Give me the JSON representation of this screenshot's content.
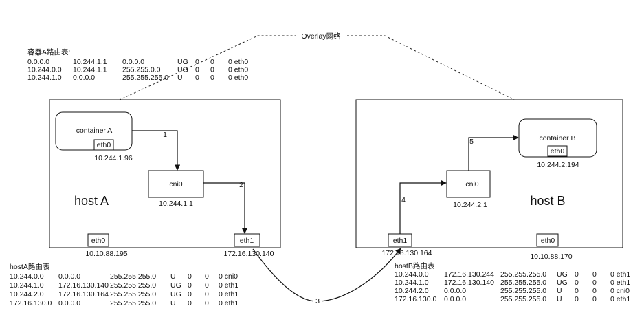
{
  "overlay_label": "Overlay网络",
  "containerA_table": {
    "title": "容器A路由表:",
    "rows": [
      [
        "0.0.0.0",
        "10.244.1.1",
        "0.0.0.0",
        "UG",
        "0",
        "0",
        "0 eth0"
      ],
      [
        "10.244.0.0",
        "10.244.1.1",
        "255.255.0.0",
        "UG",
        "0",
        "0",
        "0 eth0"
      ],
      [
        "10.244.1.0",
        "0.0.0.0",
        "255.255.255.0",
        "U",
        "0",
        "0",
        "0 eth0"
      ]
    ]
  },
  "hostA": {
    "label": "host A",
    "container": {
      "label": "container A",
      "iface": "eth0",
      "ip": "10.244.1.96"
    },
    "cni": {
      "label": "cni0",
      "ip": "10.244.1.1"
    },
    "eth0": {
      "label": "eth0",
      "ip": "10.10.88.195"
    },
    "eth1": {
      "label": "eth1",
      "ip": "172.16.130.140"
    },
    "table": {
      "title": "hostA路由表",
      "rows": [
        [
          "10.244.0.0",
          "0.0.0.0",
          "255.255.255.0",
          "U",
          "0",
          "0",
          "0 cni0"
        ],
        [
          "10.244.1.0",
          "172.16.130.140",
          "255.255.255.0",
          "UG",
          "0",
          "0",
          "0 eth1"
        ],
        [
          "10.244.2.0",
          "172.16.130.164",
          "255.255.255.0",
          "UG",
          "0",
          "0",
          "0 eth1"
        ],
        [
          "172.16.130.0",
          "0.0.0.0",
          "255.255.255.0",
          "U",
          "0",
          "0",
          "0 eth1"
        ]
      ]
    }
  },
  "hostB": {
    "label": "host B",
    "container": {
      "label": "container B",
      "iface": "eth0",
      "ip": "10.244.2.194"
    },
    "cni": {
      "label": "cni0",
      "ip": "10.244.2.1"
    },
    "eth0": {
      "label": "eth0",
      "ip": "10.10.88.170"
    },
    "eth1": {
      "label": "eth1",
      "ip": "172.16.130.164"
    },
    "table": {
      "title": "hostB路由表",
      "rows": [
        [
          "10.244.0.0",
          "172.16.130.244",
          "255.255.255.0",
          "UG",
          "0",
          "0",
          "0 eth1"
        ],
        [
          "10.244.1.0",
          "172.16.130.140",
          "255.255.255.0",
          "UG",
          "0",
          "0",
          "0 eth1"
        ],
        [
          "10.244.2.0",
          "0.0.0.0",
          "255.255.255.0",
          "U",
          "0",
          "0",
          "0 cni0"
        ],
        [
          "172.16.130.0",
          "0.0.0.0",
          "255.255.255.0",
          "U",
          "0",
          "0",
          "0 eth1"
        ]
      ]
    }
  },
  "steps": [
    "1",
    "2",
    "3",
    "4",
    "5"
  ]
}
